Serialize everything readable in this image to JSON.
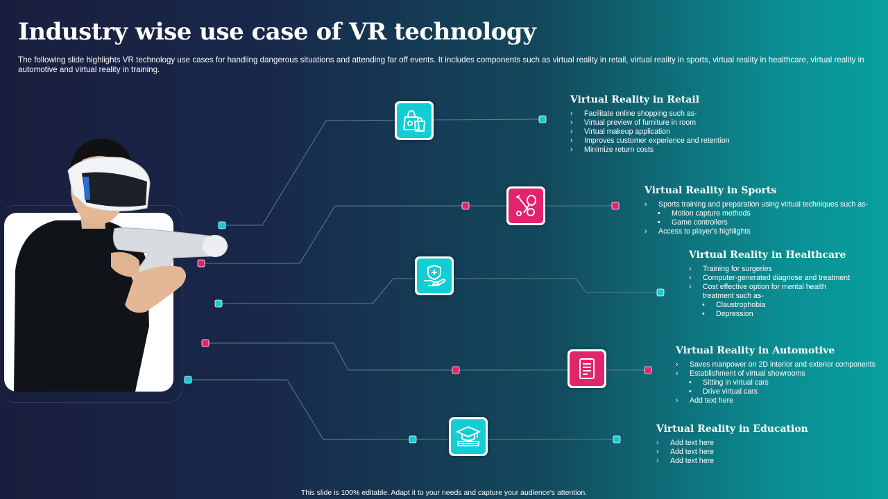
{
  "title": "Industry wise use case of VR technology",
  "subtitle": "The following slide highlights VR technology use cases for handling dangerous situations and attending far off events. It includes components such as virtual reality in retail, virtual reality in sports, virtual reality in healthcare, virtual reality in automotive and virtual reality in training.",
  "footer": "This slide is 100% editable. Adapt it to your needs and capture your audience's attention.",
  "colors": {
    "teal": "#12cdd4",
    "pink": "#e2246c",
    "line": "#5f7e94"
  },
  "sections": [
    {
      "heading": "Virtual Reality in Retail",
      "icon": "shopping-bag-icon",
      "items": [
        {
          "text": "Facilitate online shopping such as-",
          "marker": "›"
        },
        {
          "text": "Virtual preview of furniture in room",
          "marker": "›"
        },
        {
          "text": "Virtual makeup application",
          "marker": "›"
        },
        {
          "text": "Improves customer experience  and retention",
          "marker": "›"
        },
        {
          "text": "Minimize  return costs",
          "marker": "›"
        }
      ]
    },
    {
      "heading": "Virtual Reality in Sports",
      "icon": "sports-equipment-icon",
      "items": [
        {
          "text": "Sports training and preparation using virtual techniques such as-",
          "marker": "›"
        },
        {
          "text": "Motion  capture methods",
          "marker": "•"
        },
        {
          "text": "Game  controllers",
          "marker": "•"
        },
        {
          "text": "Access to player's highlights",
          "marker": "›"
        }
      ]
    },
    {
      "heading": "Virtual Reality in Healthcare",
      "icon": "hand-shield-icon",
      "items": [
        {
          "text": "Training  for surgeries",
          "marker": "›"
        },
        {
          "text": "Computer-generated diagnose and treatment",
          "marker": "›"
        },
        {
          "text": "Cost effective option for mental health",
          "marker": "›"
        },
        {
          "text": "treatment such as-",
          "marker": ""
        },
        {
          "text": "Claustrophobia",
          "marker": "•"
        },
        {
          "text": "Depression",
          "marker": "•"
        }
      ]
    },
    {
      "heading": "Virtual Reality in Automotive",
      "icon": "document-icon",
      "items": [
        {
          "text": "Saves manpower on 2D interior and exterior components",
          "marker": "›"
        },
        {
          "text": "Establishment of virtual showrooms",
          "marker": "›"
        },
        {
          "text": "Sitting in virtual cars",
          "marker": "•"
        },
        {
          "text": "Drive virtual cars",
          "marker": "•"
        },
        {
          "text": "Add text here",
          "marker": "›"
        }
      ]
    },
    {
      "heading": "Virtual Reality in Education",
      "icon": "graduation-cap-icon",
      "items": [
        {
          "text": "Add text here",
          "marker": "›"
        },
        {
          "text": "Add text here",
          "marker": "›"
        },
        {
          "text": "Add text here",
          "marker": "›"
        }
      ]
    }
  ]
}
